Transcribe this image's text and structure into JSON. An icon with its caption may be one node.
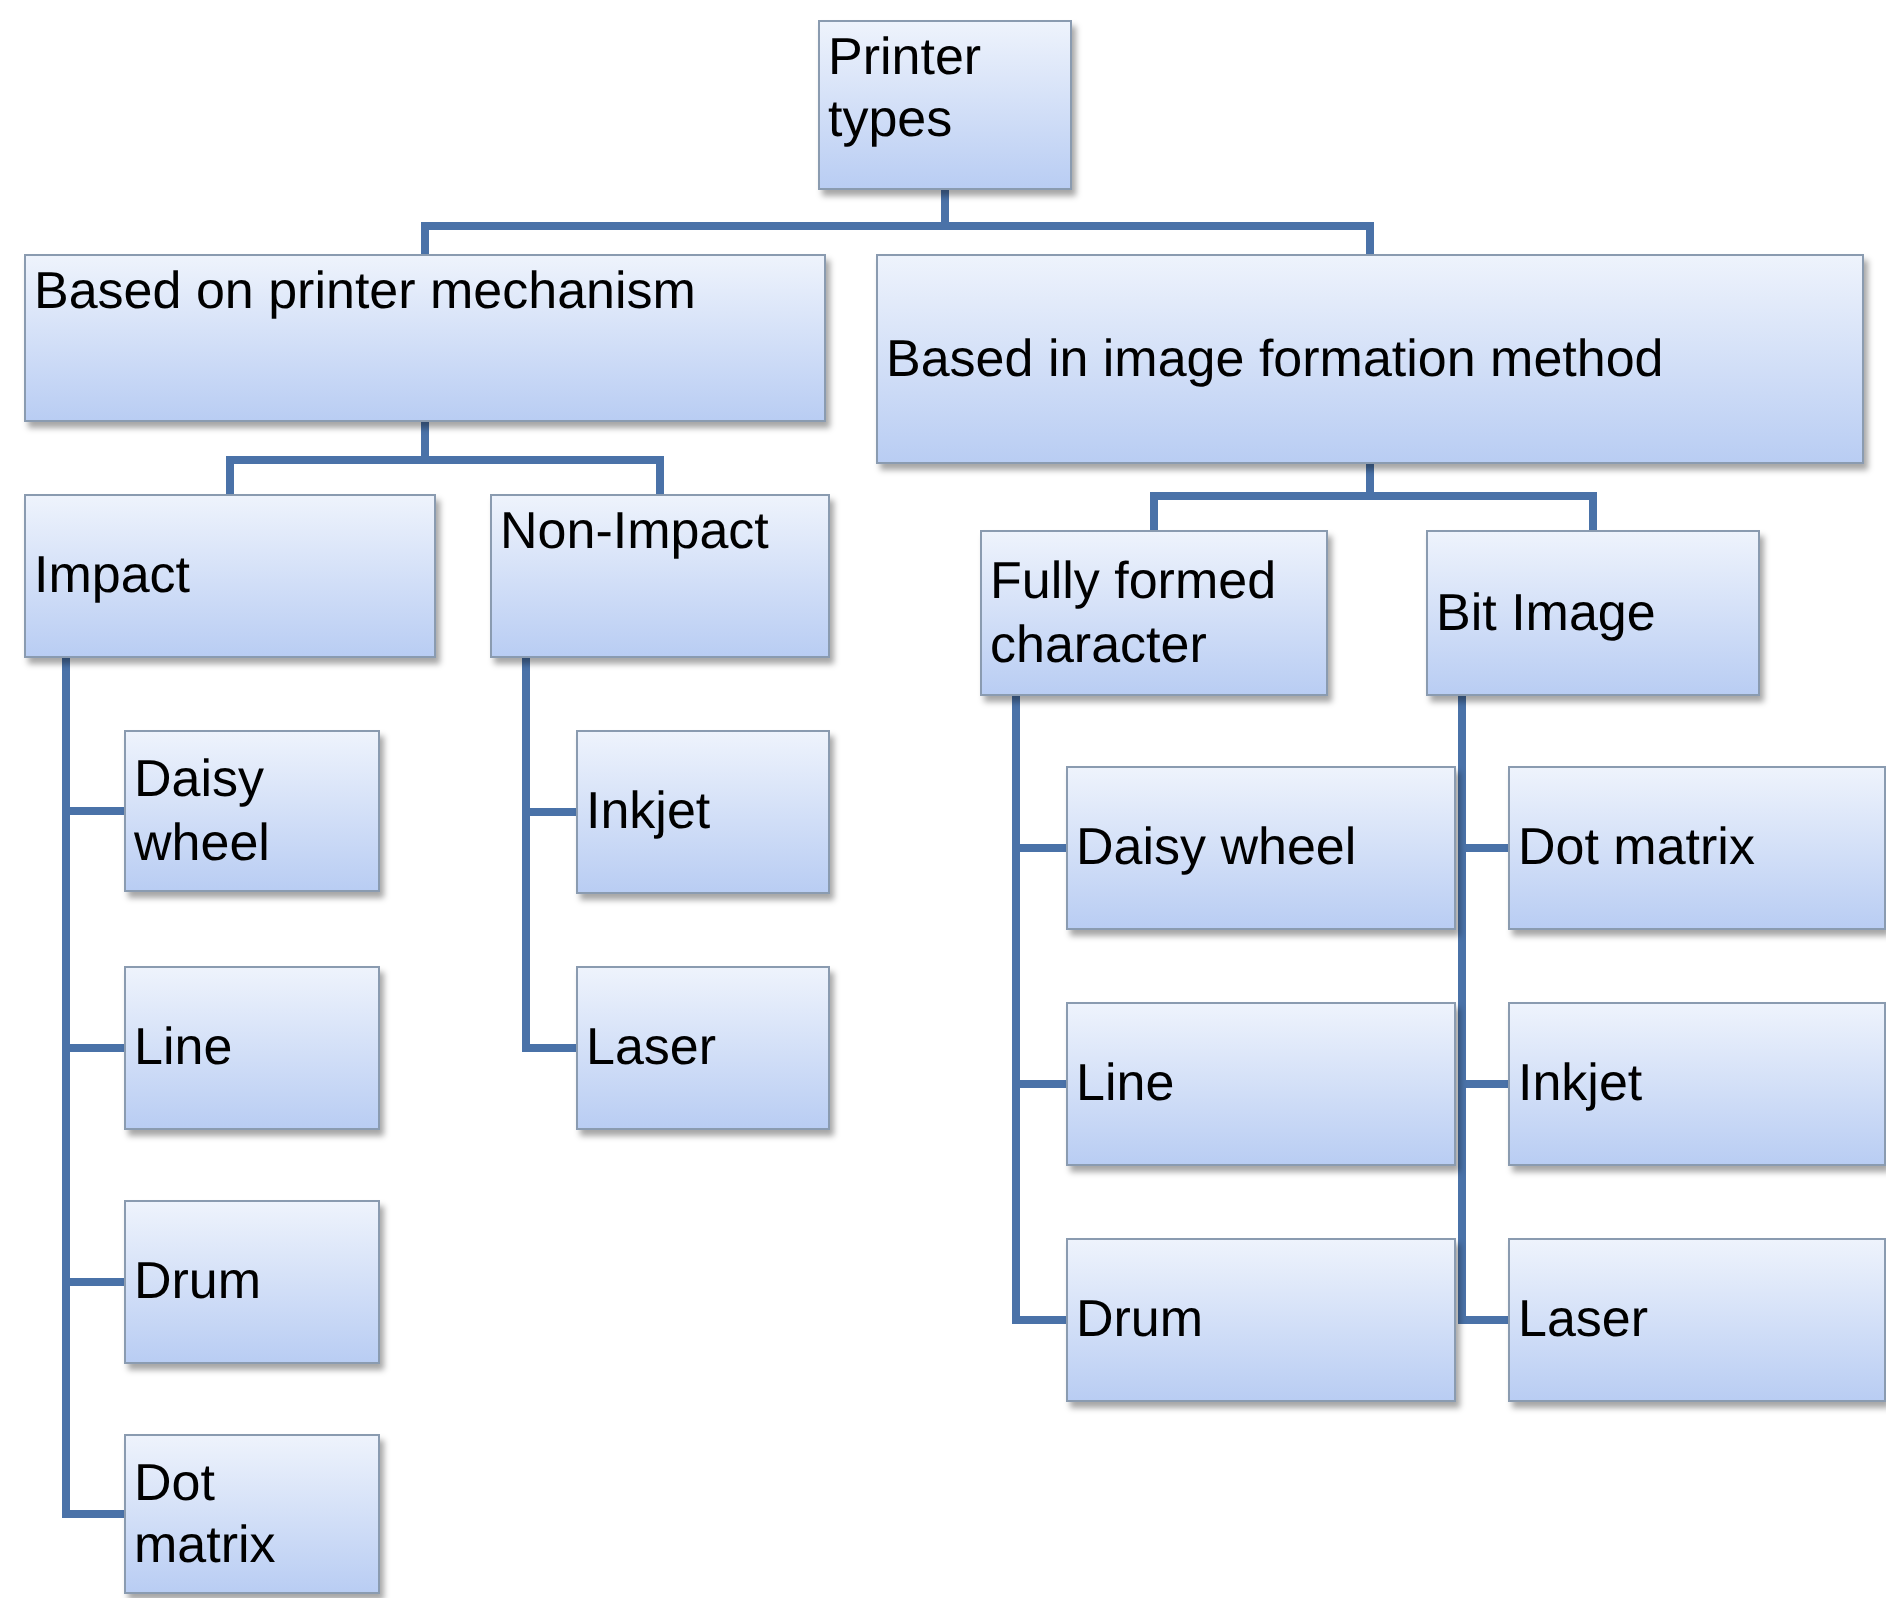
{
  "diagram": {
    "nodes": [
      {
        "text": [
          "Printer types"
        ]
      },
      {
        "text": [
          "Based on printer mechanism"
        ]
      },
      {
        "text": [
          "Based in image formation method"
        ]
      },
      {
        "text": [
          "Impact"
        ]
      },
      {
        "text": [
          "Non-Impact"
        ]
      },
      {
        "text": [
          "Daisy wheel"
        ]
      },
      {
        "text": [
          "Line"
        ]
      },
      {
        "text": [
          "Drum"
        ]
      },
      {
        "text": [
          "Dot matrix"
        ]
      },
      {
        "text": [
          "Inkjet"
        ]
      },
      {
        "text": [
          "Laser"
        ]
      },
      {
        "text": [
          "Fully formed character"
        ]
      },
      {
        "text": [
          "Bit Image"
        ]
      },
      {
        "text": [
          "Daisy wheel"
        ]
      },
      {
        "text": [
          "Line"
        ]
      },
      {
        "text": [
          "Drum"
        ]
      },
      {
        "text": [
          "Dot matrix"
        ]
      },
      {
        "text": [
          "Inkjet"
        ]
      },
      {
        "text": [
          "Laser"
        ]
      }
    ],
    "edges": [
      {
        "from": 0,
        "to": 1,
        "arrow": "none"
      },
      {
        "from": 0,
        "to": 2,
        "arrow": "none"
      },
      {
        "from": 1,
        "to": 3,
        "arrow": "none"
      },
      {
        "from": 1,
        "to": 4,
        "arrow": "none"
      },
      {
        "from": 3,
        "to": 5,
        "arrow": "none"
      },
      {
        "from": 3,
        "to": 6,
        "arrow": "none"
      },
      {
        "from": 3,
        "to": 7,
        "arrow": "none"
      },
      {
        "from": 3,
        "to": 8,
        "arrow": "none"
      },
      {
        "from": 4,
        "to": 9,
        "arrow": "none"
      },
      {
        "from": 4,
        "to": 10,
        "arrow": "none"
      },
      {
        "from": 2,
        "to": 11,
        "arrow": "none"
      },
      {
        "from": 2,
        "to": 12,
        "arrow": "none"
      },
      {
        "from": 11,
        "to": 13,
        "arrow": "none"
      },
      {
        "from": 11,
        "to": 14,
        "arrow": "none"
      },
      {
        "from": 11,
        "to": 15,
        "arrow": "none"
      },
      {
        "from": 12,
        "to": 16,
        "arrow": "none"
      },
      {
        "from": 12,
        "to": 17,
        "arrow": "none"
      },
      {
        "from": 12,
        "to": 18,
        "arrow": "none"
      }
    ]
  }
}
